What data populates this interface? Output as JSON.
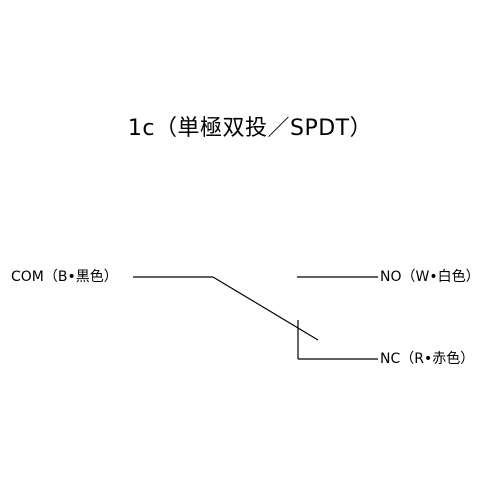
{
  "diagram": {
    "title": "1c（単極双投／SPDT）",
    "terminals": {
      "com": "COM（B•黒色）",
      "no": "NO（W•白色）",
      "nc": "NC（R•赤色）"
    },
    "line_color": "#000000"
  }
}
